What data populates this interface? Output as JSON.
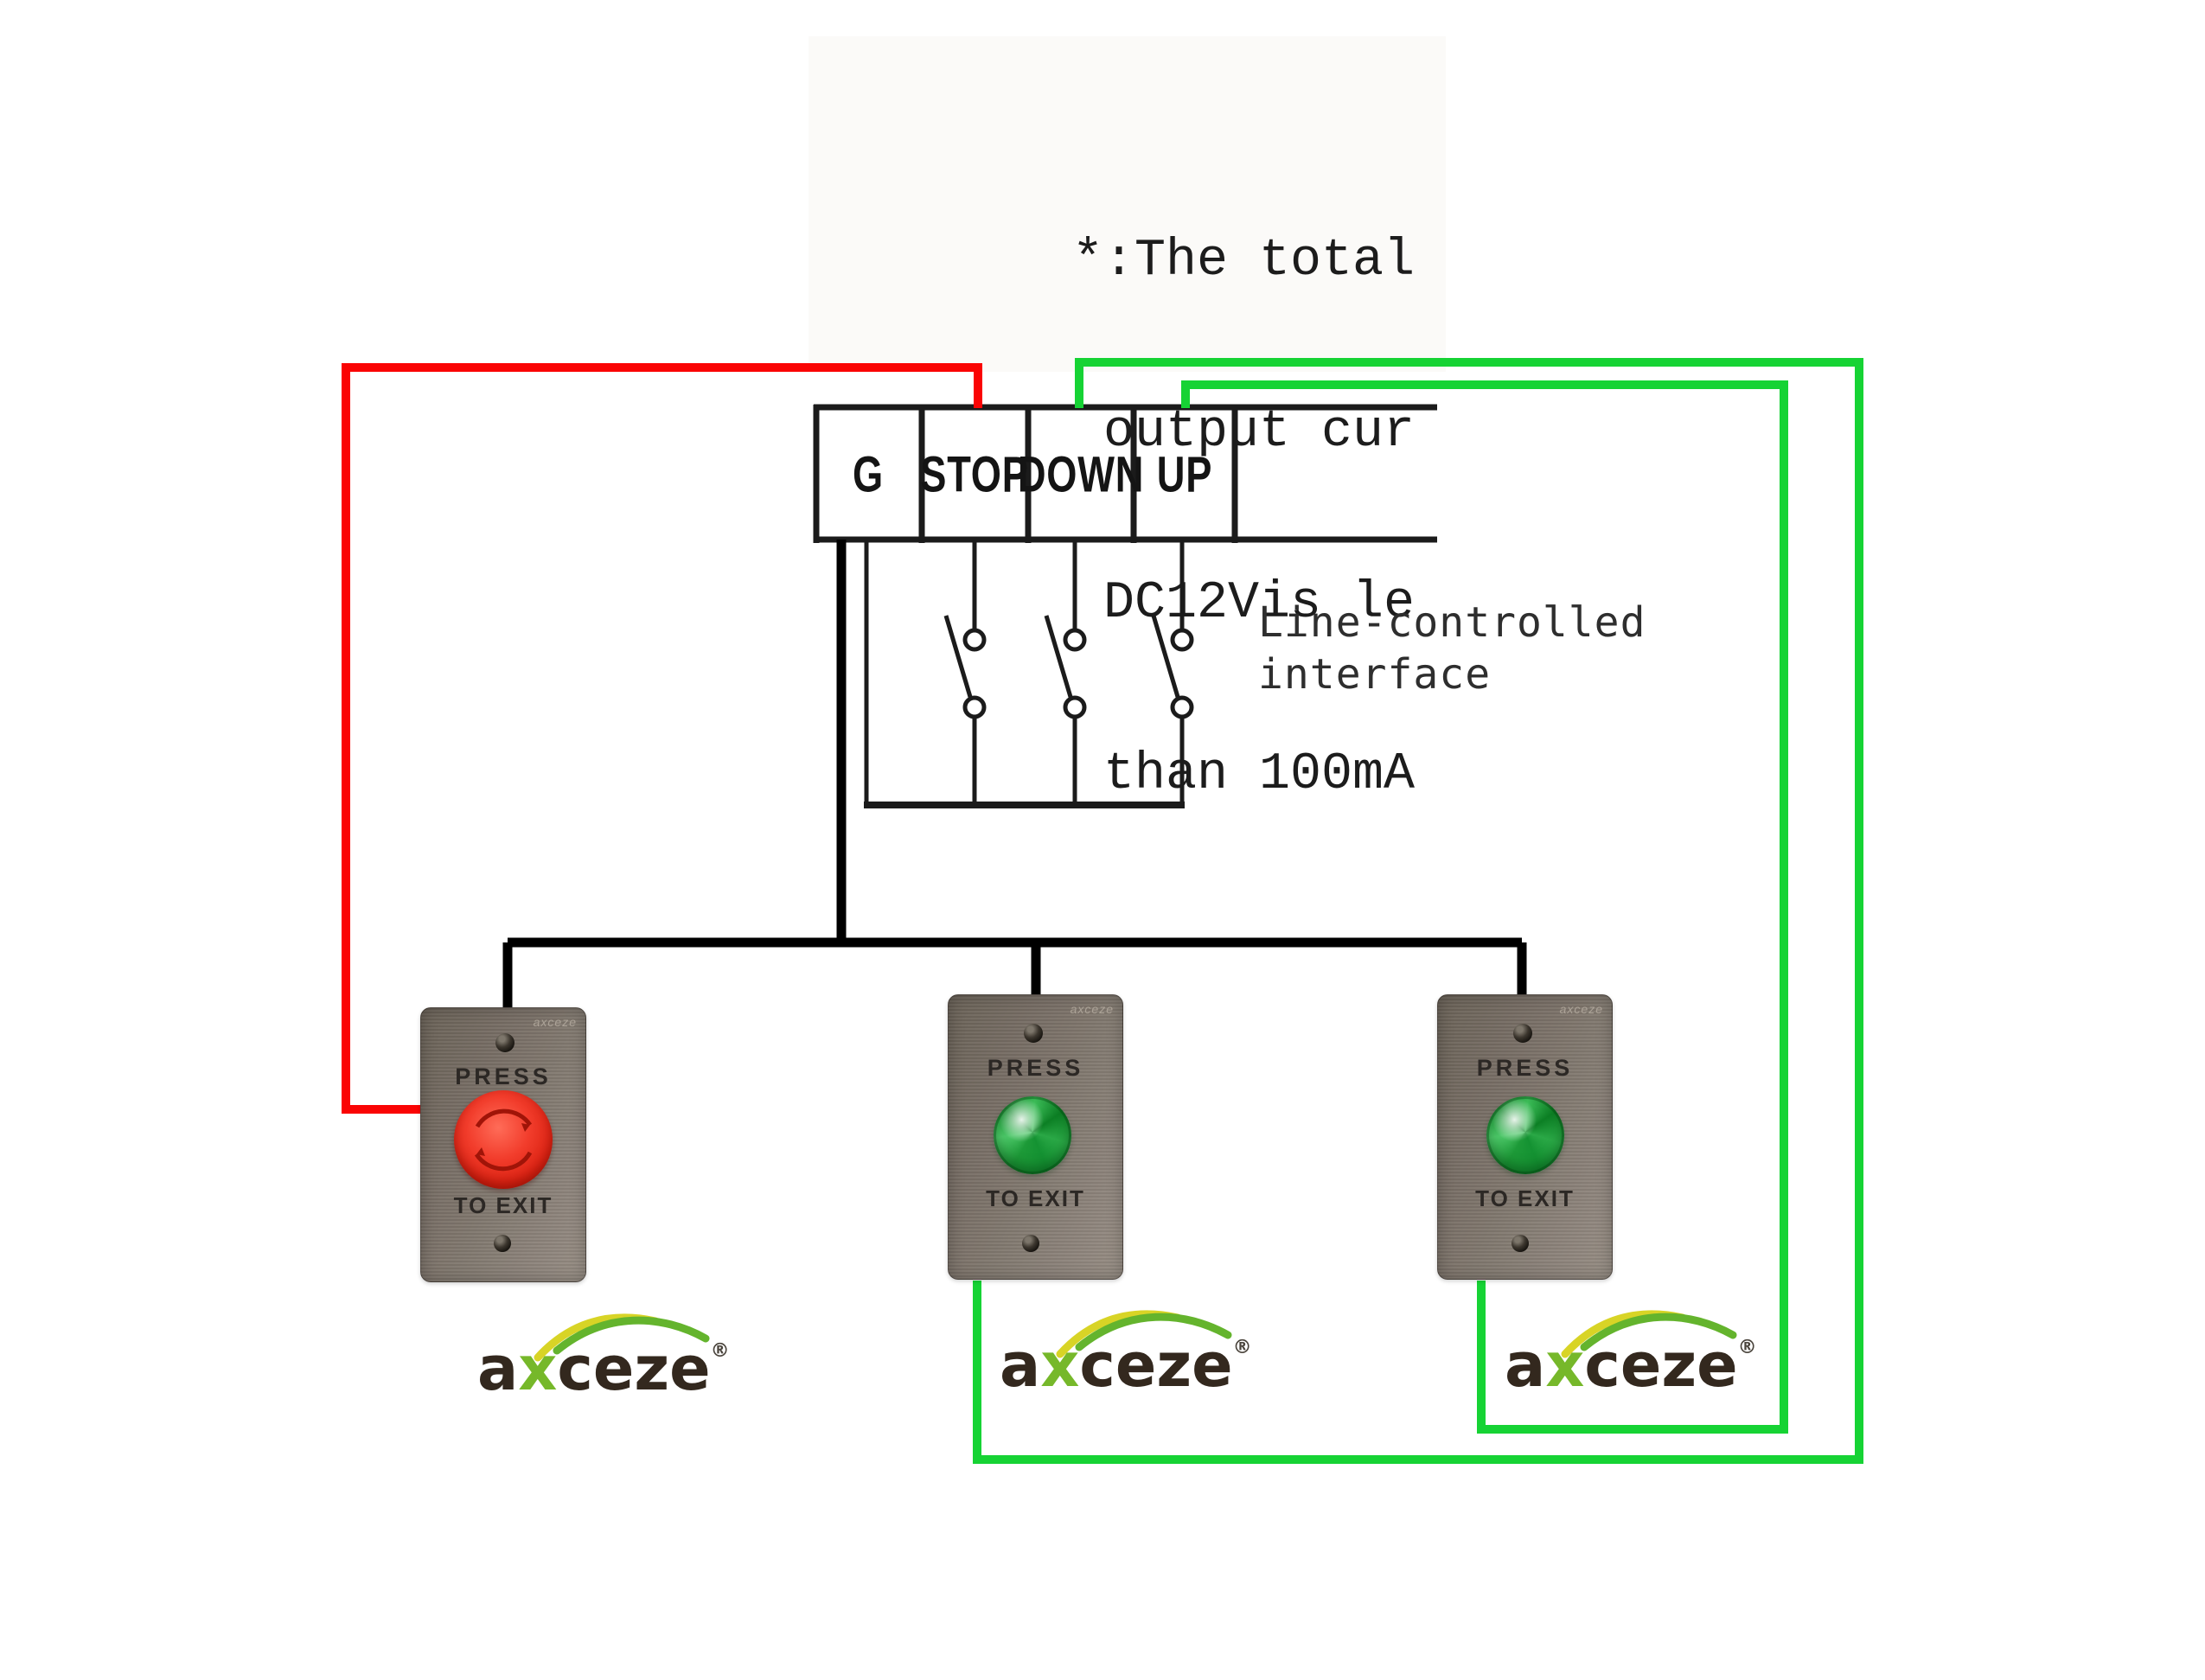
{
  "note": {
    "lines": [
      "*:The total",
      " output cur",
      " DC12Vis le",
      " than 100mA"
    ]
  },
  "terminal_block": {
    "labels": [
      "G",
      "STOP",
      "DOWN",
      "UP"
    ]
  },
  "interface_label": {
    "line1": "Line-controlled",
    "line2": "interface"
  },
  "buttons": [
    {
      "press_label": "PRESS",
      "exit_label": "TO EXIT",
      "watermark": "axceze",
      "cap_color": "red"
    },
    {
      "press_label": "PRESS",
      "exit_label": "TO EXIT",
      "watermark": "axceze",
      "cap_color": "green"
    },
    {
      "press_label": "PRESS",
      "exit_label": "TO EXIT",
      "watermark": "axceze",
      "cap_color": "green"
    }
  ],
  "logo": {
    "pre": "a",
    "x": "x",
    "post": "ceze",
    "reg": "®"
  },
  "colors": {
    "wire_red": "#fa0404",
    "wire_green": "#16d334",
    "wire_black": "#000000",
    "schematic_line": "#1b1b1b",
    "button_red": "#e03024",
    "button_green": "#2eae49"
  }
}
